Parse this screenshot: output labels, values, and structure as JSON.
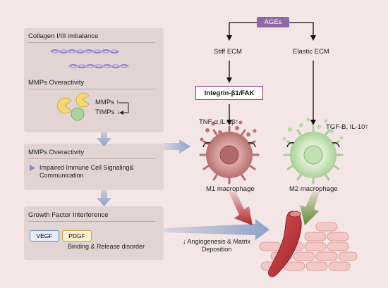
{
  "top": {
    "ages": "AGEs",
    "stiff_ecm": "Stiff ECM",
    "elastic_ecm": "Elastic ECM",
    "integrin": "Integrin-β1/FAK"
  },
  "panel1": {
    "title": "Collagen I/III imbalance",
    "subtitle": "MMPs Overactivity",
    "mmps": "MMPs ↑",
    "timps": "TIMPs ↓"
  },
  "panel2": {
    "title": "MMPs Overactivity",
    "item": "Impaired Immune Cell Signaling& Communication"
  },
  "panel3": {
    "title": "Growth Factor Interference",
    "tag1": "VEGF",
    "tag2": "PDGF",
    "note": "Binding & Release disorder"
  },
  "m1": {
    "cytokines": "TNF-α,IL-1β↑",
    "label": "M1 macrophage"
  },
  "m2": {
    "cytokines": "TGF-B, IL-10↑",
    "label": "M2 macrophage"
  },
  "outcome": "↓ Angiogenesis & Matrix Deposition",
  "colors": {
    "background": "#f4e6e6",
    "panel": "#e2d4d2",
    "flow_arrow": "#8ea2c8",
    "m1_cell": "#c98a8a",
    "m2_cell": "#c8e4bc",
    "m1_arrow": "#b0282b",
    "m2_arrow": "#5e8a2c",
    "ages_box": "#8b6aa4",
    "integrin_border": "#8c3a7a"
  }
}
